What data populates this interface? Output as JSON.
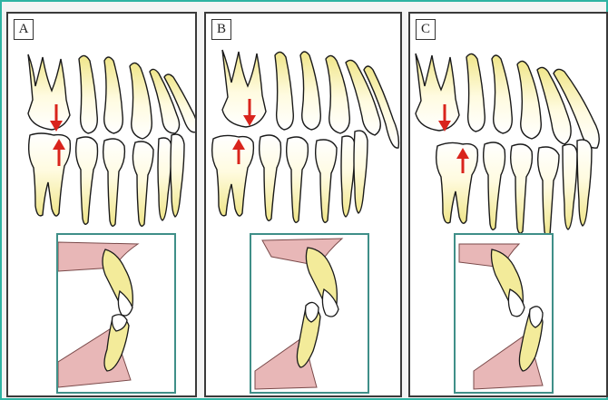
{
  "panels": [
    {
      "id": "a",
      "label": "A"
    },
    {
      "id": "b",
      "label": "B"
    },
    {
      "id": "c",
      "label": "C"
    }
  ],
  "colors": {
    "frame_border": "#2fb3a3",
    "tooth_fill_top": "#ffffff",
    "tooth_fill_root": "#f3eb9a",
    "tooth_outline": "#1a1a1a",
    "arrow": "#d9241c",
    "gum": "#e8b7b7",
    "inset_border": "#3f8f88"
  }
}
